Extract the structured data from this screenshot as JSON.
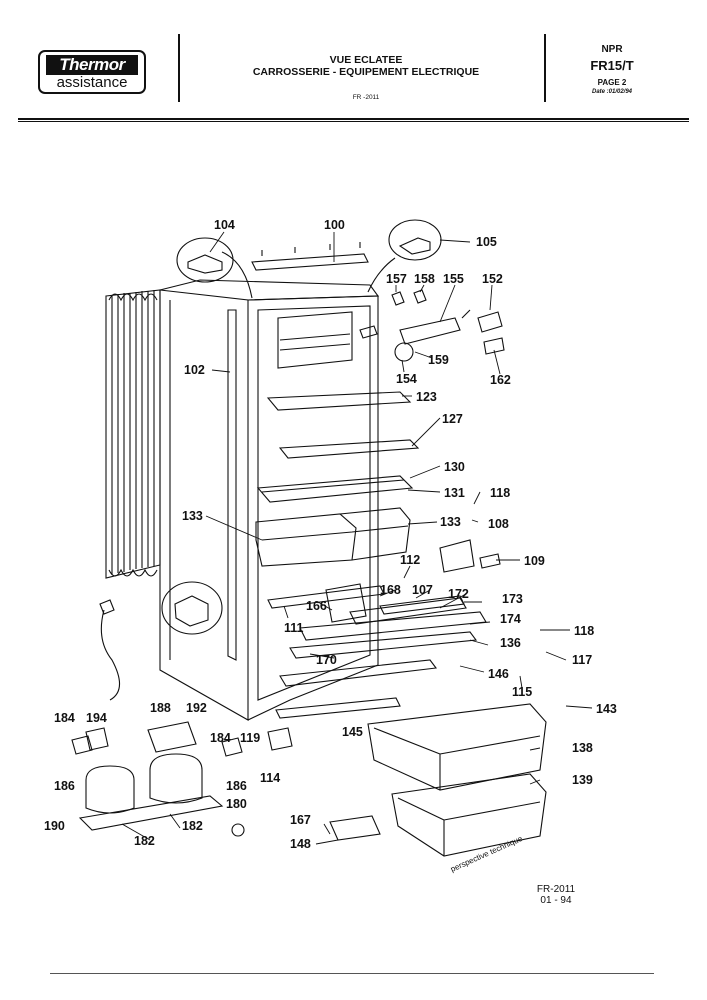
{
  "header": {
    "logo_top": "Thermor",
    "logo_bottom": "assistance",
    "title_line1": "VUE ECLATEE",
    "title_line2": "CARROSSERIE - EQUIPEMENT ELECTRIQUE",
    "doc_code": "FR -2011",
    "model_line1": "NPR",
    "model_line2": "FR15/T",
    "page": "PAGE 2",
    "date": "Date :01/02/94"
  },
  "diagram": {
    "watermark": "perspective technique",
    "callouts": [
      {
        "id": "c104",
        "text": "104"
      },
      {
        "id": "c100",
        "text": "100"
      },
      {
        "id": "c105",
        "text": "105"
      },
      {
        "id": "c157",
        "text": "157"
      },
      {
        "id": "c158",
        "text": "158"
      },
      {
        "id": "c155",
        "text": "155"
      },
      {
        "id": "c152",
        "text": "152"
      },
      {
        "id": "c102",
        "text": "102"
      },
      {
        "id": "c159",
        "text": "159"
      },
      {
        "id": "c154",
        "text": "154"
      },
      {
        "id": "c162",
        "text": "162"
      },
      {
        "id": "c123",
        "text": "123"
      },
      {
        "id": "c127",
        "text": "127"
      },
      {
        "id": "c130",
        "text": "130"
      },
      {
        "id": "c131",
        "text": "131"
      },
      {
        "id": "c118a",
        "text": "118"
      },
      {
        "id": "c133a",
        "text": "133"
      },
      {
        "id": "c133b",
        "text": "133"
      },
      {
        "id": "c108",
        "text": "108"
      },
      {
        "id": "c112",
        "text": "112"
      },
      {
        "id": "c109",
        "text": "109"
      },
      {
        "id": "c168",
        "text": "168"
      },
      {
        "id": "c107",
        "text": "107"
      },
      {
        "id": "c172",
        "text": "172"
      },
      {
        "id": "c173",
        "text": "173"
      },
      {
        "id": "c166",
        "text": "166"
      },
      {
        "id": "c174",
        "text": "174"
      },
      {
        "id": "c111",
        "text": "111"
      },
      {
        "id": "c118b",
        "text": "118"
      },
      {
        "id": "c136",
        "text": "136"
      },
      {
        "id": "c117",
        "text": "117"
      },
      {
        "id": "c170",
        "text": "170"
      },
      {
        "id": "c146",
        "text": "146"
      },
      {
        "id": "c115",
        "text": "115"
      },
      {
        "id": "c143",
        "text": "143"
      },
      {
        "id": "c184a",
        "text": "184"
      },
      {
        "id": "c194",
        "text": "194"
      },
      {
        "id": "c188",
        "text": "188"
      },
      {
        "id": "c192",
        "text": "192"
      },
      {
        "id": "c184b",
        "text": "184"
      },
      {
        "id": "c119",
        "text": "119"
      },
      {
        "id": "c145",
        "text": "145"
      },
      {
        "id": "c138",
        "text": "138"
      },
      {
        "id": "c186a",
        "text": "186"
      },
      {
        "id": "c186b",
        "text": "186"
      },
      {
        "id": "c114",
        "text": "114"
      },
      {
        "id": "c139",
        "text": "139"
      },
      {
        "id": "c180",
        "text": "180"
      },
      {
        "id": "c190",
        "text": "190"
      },
      {
        "id": "c182a",
        "text": "182"
      },
      {
        "id": "c182b",
        "text": "182"
      },
      {
        "id": "c167",
        "text": "167"
      },
      {
        "id": "c148",
        "text": "148"
      }
    ]
  },
  "footer": {
    "code": "FR-2011",
    "date": "01 - 94"
  }
}
